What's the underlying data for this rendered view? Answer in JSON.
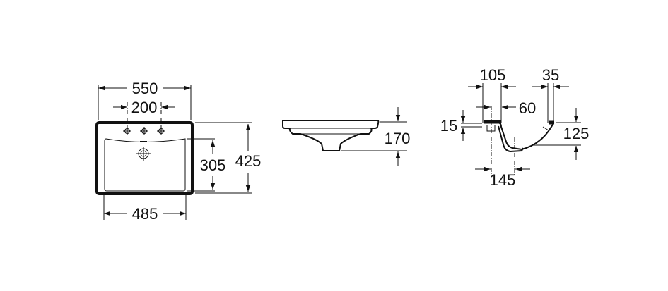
{
  "drawing": {
    "top_view": {
      "overall_width": "550",
      "tap_hole_spacing": "200",
      "bowl_width": "485",
      "bowl_depth": "305",
      "overall_depth": "425"
    },
    "front_view": {
      "height": "170"
    },
    "section_view": {
      "rim_to_bowl_edge": "105",
      "rear_rim": "35",
      "bowl_offset": "60",
      "rim_thickness": "15",
      "bowl_depth": "125",
      "drain_offset": "145"
    },
    "line_color": "#111111"
  }
}
